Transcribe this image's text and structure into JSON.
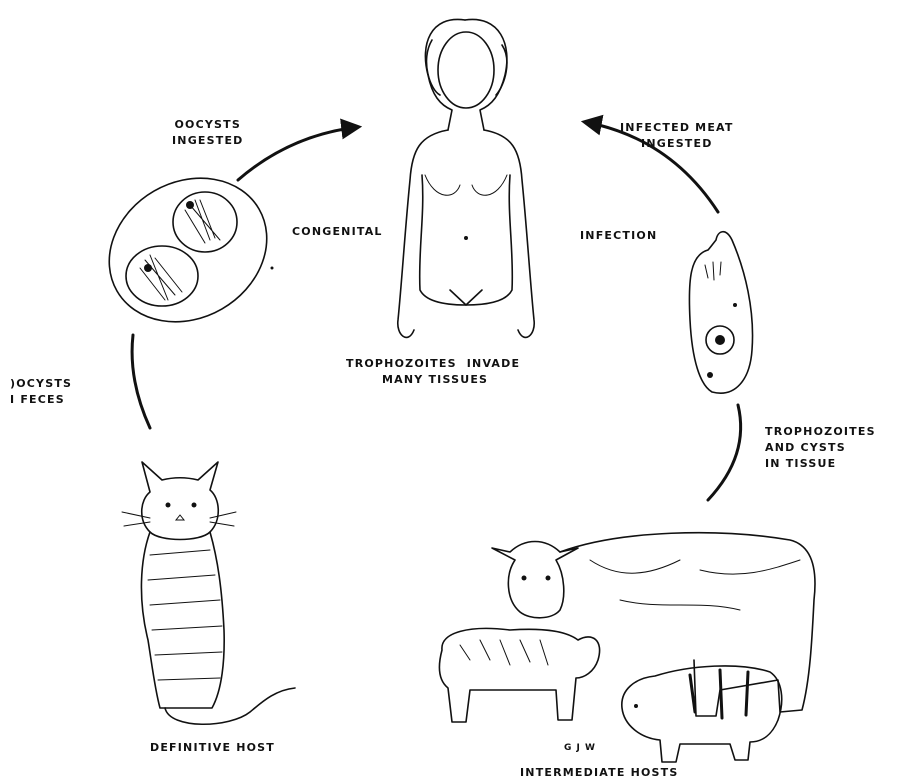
{
  "labels": {
    "oocysts_ingested": "OOCYSTS\nINGESTED",
    "infected_meat_ingested": "INFECTED MEAT\nINGESTED",
    "congenital": "CONGENITAL",
    "infection": "INFECTION",
    "trophozoites_invade": "TROPHOZOITES  INVADE",
    "many_tissues": "MANY TISSUES",
    "oocysts_in_feces": ")OCYSTS\nı FECES",
    "trophozoites_cysts_tissue": "TROPHOZOITES\nAND CYSTS\nIN TISSUE",
    "definitive_host": "DEFINITIVE HOST",
    "intermediate_hosts": "INTERMEDIATE HOSTS",
    "artist_initials": "G J W"
  }
}
